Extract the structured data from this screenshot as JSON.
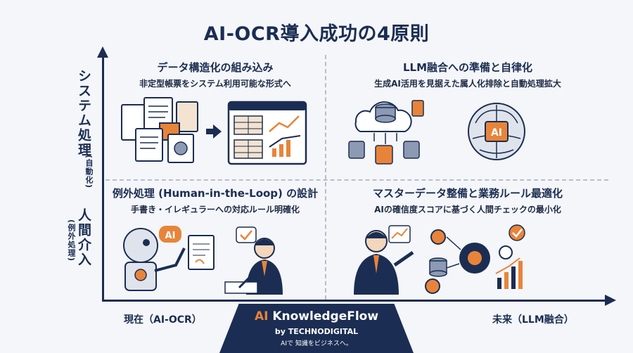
{
  "title": "AI-OCR導入成功の4原則",
  "axes": {
    "y_top_label": "システム処理",
    "y_top_sub": "(自動化)",
    "y_bottom_label": "人間介入",
    "y_bottom_sub": "(例外処理)",
    "x_left_label": "現在（AI-OCR）",
    "x_right_label": "未来（LLM融合）"
  },
  "quadrants": {
    "top_left": {
      "title": "データ構造化の組み込み",
      "subtitle": "非定型帳票をシステム利用可能な形式へ"
    },
    "top_right": {
      "title": "LLM融合への準備と自律化",
      "subtitle": "生成AI活用を見据えた属人化排除と自動処理拡大",
      "icon_label": "AI"
    },
    "bottom_left": {
      "title": "例外処理 (Human-in-the-Loop) の設計",
      "subtitle": "手書き・イレギュラーへの対応ルール明確化",
      "icon_label": "AI"
    },
    "bottom_right": {
      "title": "マスターデータ整備と業務ルール最適化",
      "subtitle": "AIの確信度スコアに基づく人間チェックの最小化"
    }
  },
  "brand": {
    "ai": "AI",
    "name": "KnowledgeFlow",
    "by": "by TECHNODIGITAL",
    "tagline": "AIで 知識をビジネスへ。"
  },
  "colors": {
    "navy": "#1b2d52",
    "orange": "#e8843a",
    "background": "#f4f6f9"
  }
}
